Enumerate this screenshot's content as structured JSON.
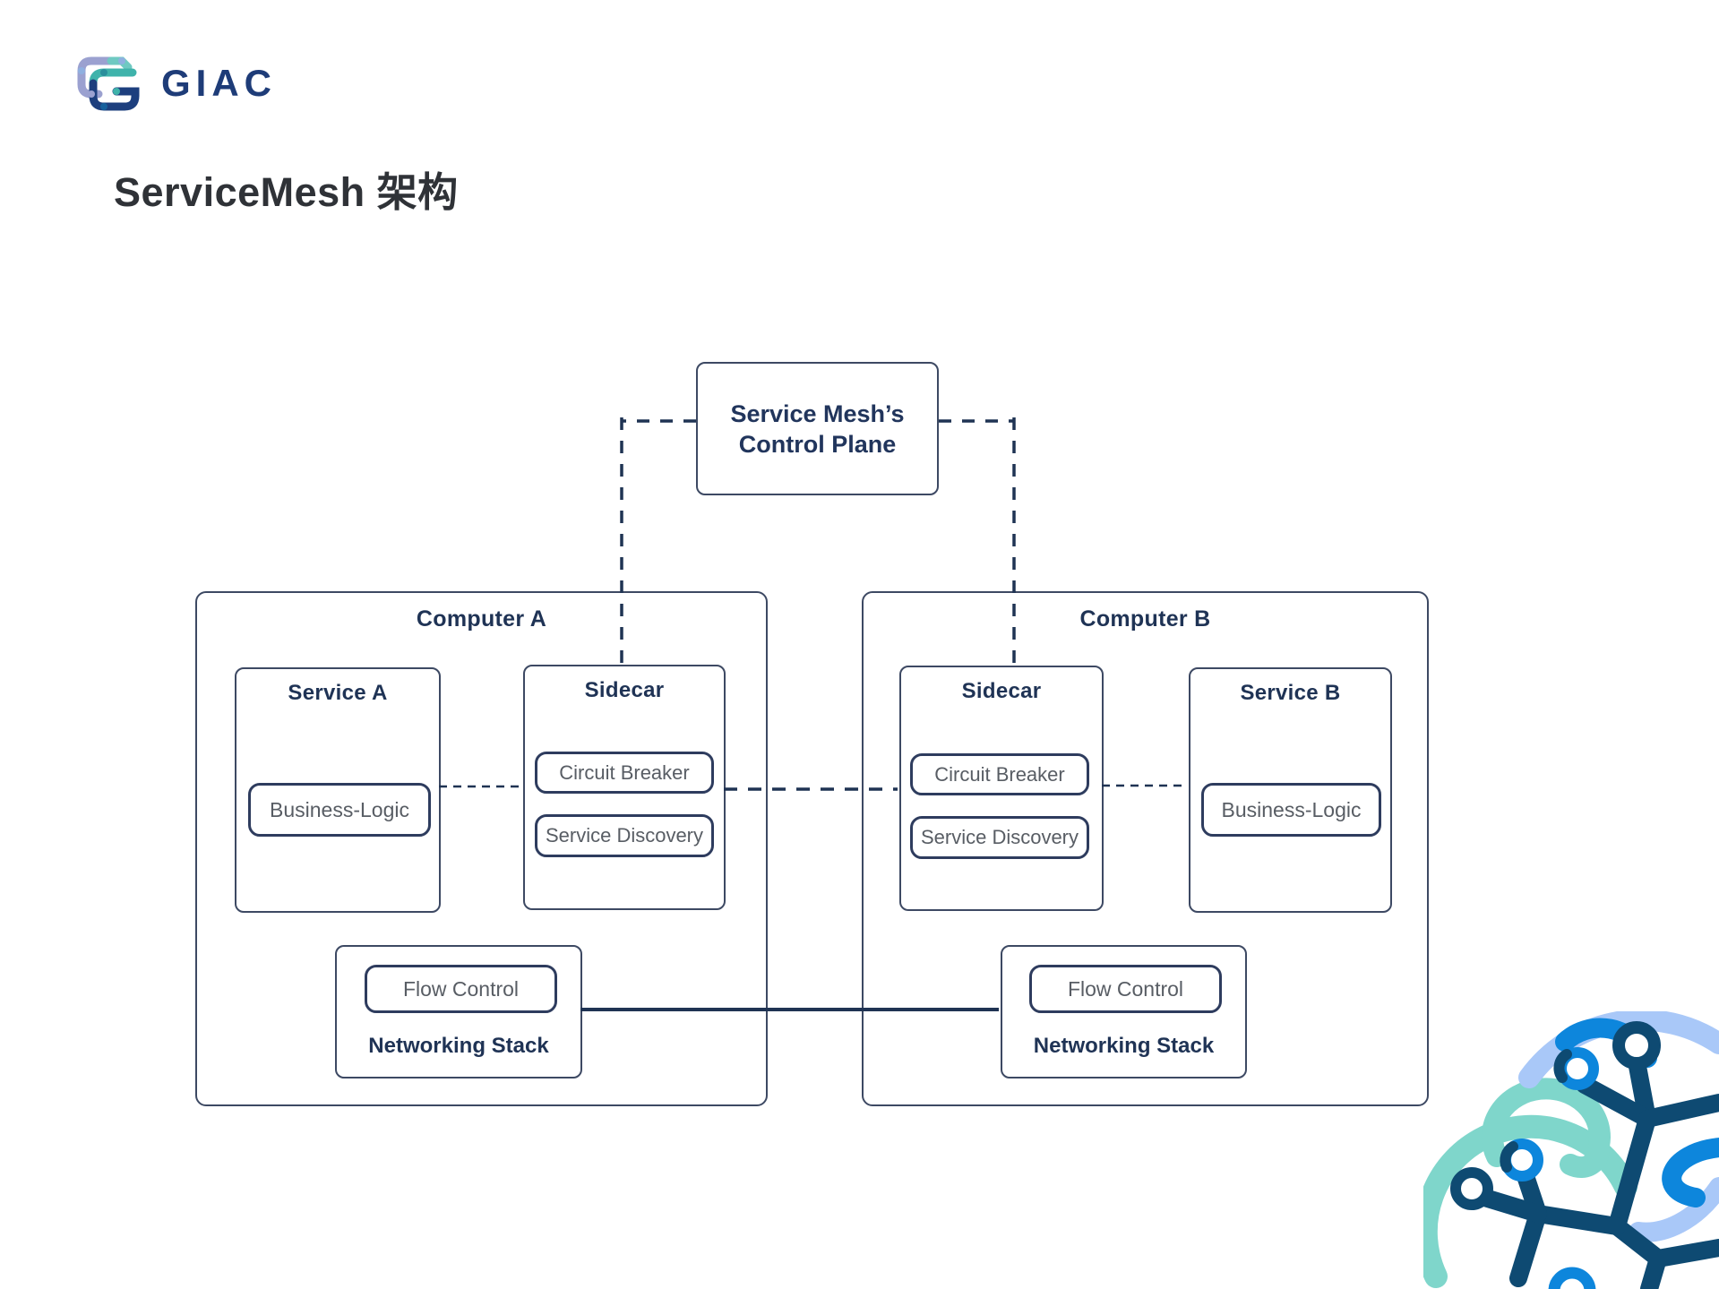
{
  "logo": {
    "brand": "GIAC"
  },
  "page": {
    "title": "ServiceMesh 架构"
  },
  "diagram": {
    "control_plane": {
      "line1": "Service Mesh’s",
      "line2": "Control Plane"
    },
    "computer_a": {
      "label": "Computer A",
      "service": {
        "label": "Service A",
        "component": "Business-Logic"
      },
      "sidecar": {
        "label": "Sidecar",
        "components": [
          "Circuit Breaker",
          "Service Discovery"
        ]
      },
      "networking": {
        "label": "Networking Stack",
        "component": "Flow Control"
      }
    },
    "computer_b": {
      "label": "Computer B",
      "service": {
        "label": "Service B",
        "component": "Business-Logic"
      },
      "sidecar": {
        "label": "Sidecar",
        "components": [
          "Circuit Breaker",
          "Service Discovery"
        ]
      },
      "networking": {
        "label": "Networking Stack",
        "component": "Flow Control"
      }
    }
  },
  "colors": {
    "box_border": "#3d4963",
    "label_navy": "#1f3355",
    "component_text": "#585d64",
    "connector": "#1f3353",
    "title_text": "#2f3237",
    "brand_navy": "#1e3c78",
    "accent_teal": "#7fd6cb",
    "accent_light_blue": "#a9c8f8",
    "accent_blue": "#0d86dc",
    "accent_dark_navy": "#0e4a72"
  }
}
